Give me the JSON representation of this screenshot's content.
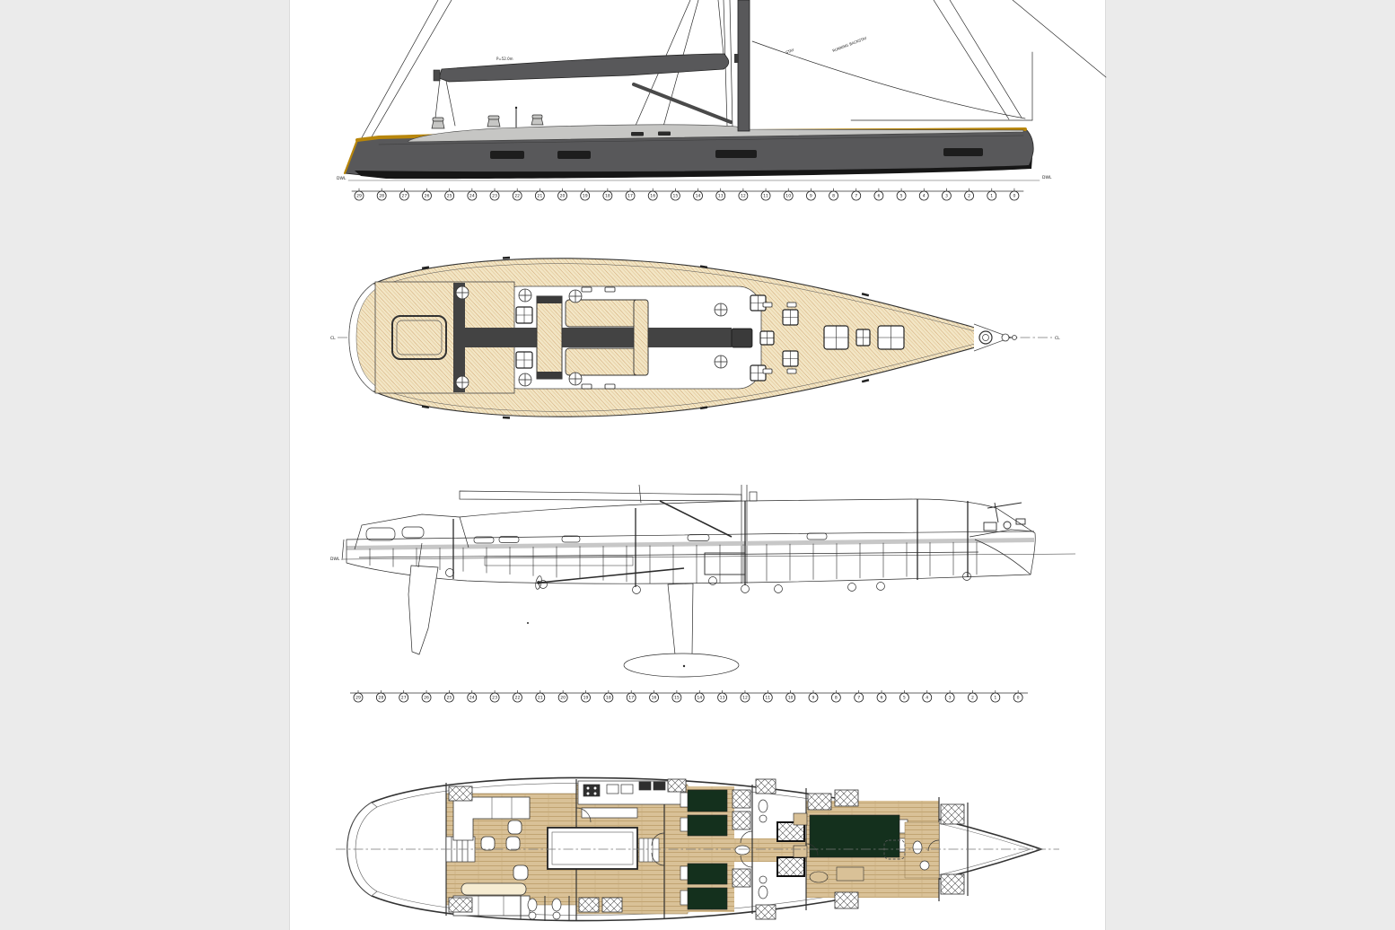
{
  "page": {
    "margin_color": "#ebebeb",
    "canvas_color": "#ffffff"
  },
  "colors": {
    "hull_dark_gray": "#58585a",
    "hull_bottom_black": "#161616",
    "sheer_stripe_gold": "#b8860b",
    "deck_light_gray": "#c6c6c4",
    "teak_base": "#f3e6c6",
    "teak_seam": "#cfa671",
    "walkway_dark": "#434343",
    "interior_wood": "#d9c197",
    "interior_wood_seam": "#b99a66",
    "berth_dark_green": "#14301d",
    "drawing_line": "#2b2b2b"
  },
  "stations": {
    "values": [
      "29",
      "28",
      "27",
      "26",
      "25",
      "24",
      "23",
      "22",
      "21",
      "20",
      "19",
      "18",
      "17",
      "16",
      "15",
      "14",
      "13",
      "12",
      "11",
      "10",
      "9",
      "8",
      "7",
      "6",
      "5",
      "4",
      "3",
      "2",
      "1",
      "0"
    ]
  },
  "views": {
    "sail_profile": {
      "dwl_left": "DWL",
      "dwl_right": "DWL",
      "annotations": {
        "boom_label": "P=52.0m",
        "stay_label": "STAY",
        "runner_label": "RUNNING BACKSTAY"
      }
    },
    "deck_plan": {
      "cl_left": "CL",
      "cl_right": "CL"
    },
    "interior_profile": {
      "dwl_left": "DWL"
    }
  }
}
